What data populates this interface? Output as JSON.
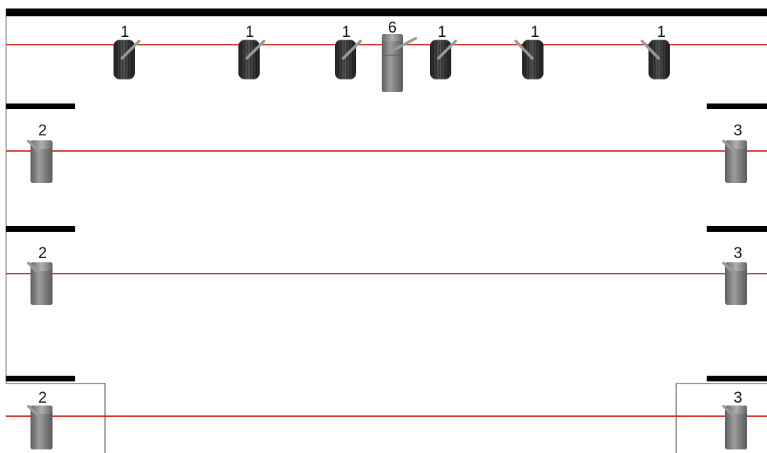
{
  "colors": {
    "frame": "#000000",
    "laser_line": "#d0302a",
    "thin_line": "#333333",
    "ribbed_unit_body": "#3a3a3a",
    "smooth_unit_body": "#7d7d7d",
    "arm": "#9a9a9a"
  },
  "top_row": {
    "units": [
      {
        "label": "1",
        "kind": "ribbed",
        "arm": "right"
      },
      {
        "label": "1",
        "kind": "ribbed",
        "arm": "right"
      },
      {
        "label": "1",
        "kind": "ribbed",
        "arm": "right"
      },
      {
        "label": "6",
        "kind": "tall",
        "arm": "right"
      },
      {
        "label": "1",
        "kind": "ribbed",
        "arm": "right"
      },
      {
        "label": "1",
        "kind": "ribbed",
        "arm": "left"
      },
      {
        "label": "1",
        "kind": "ribbed",
        "arm": "left"
      }
    ]
  },
  "side_rows": [
    {
      "left": {
        "label": "2",
        "kind": "smooth"
      },
      "right": {
        "label": "3",
        "kind": "smooth"
      }
    },
    {
      "left": {
        "label": "2",
        "kind": "smooth"
      },
      "right": {
        "label": "3",
        "kind": "smooth"
      }
    },
    {
      "left": {
        "label": "2",
        "kind": "smooth"
      },
      "right": {
        "label": "3",
        "kind": "smooth"
      }
    }
  ]
}
